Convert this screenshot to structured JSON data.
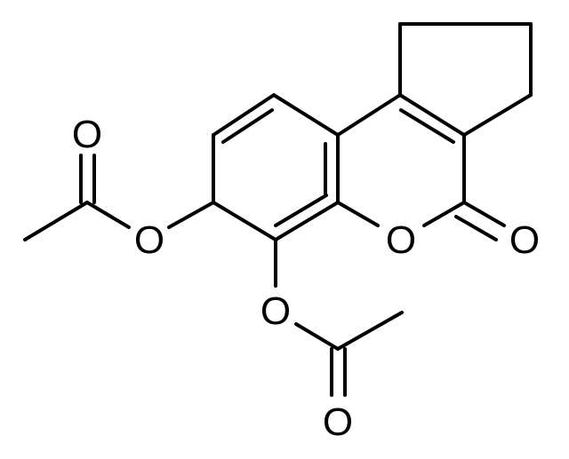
{
  "atoms": [
    {
      "id": "ketone-o",
      "label": "O"
    },
    {
      "id": "ring-o",
      "label": "O"
    },
    {
      "id": "acetoxy-7-o",
      "label": "O"
    },
    {
      "id": "acetoxy-7-carbonyl-o",
      "label": "O"
    },
    {
      "id": "acetoxy-6-o",
      "label": "O"
    },
    {
      "id": "acetoxy-6-carbonyl-o",
      "label": "O"
    }
  ]
}
